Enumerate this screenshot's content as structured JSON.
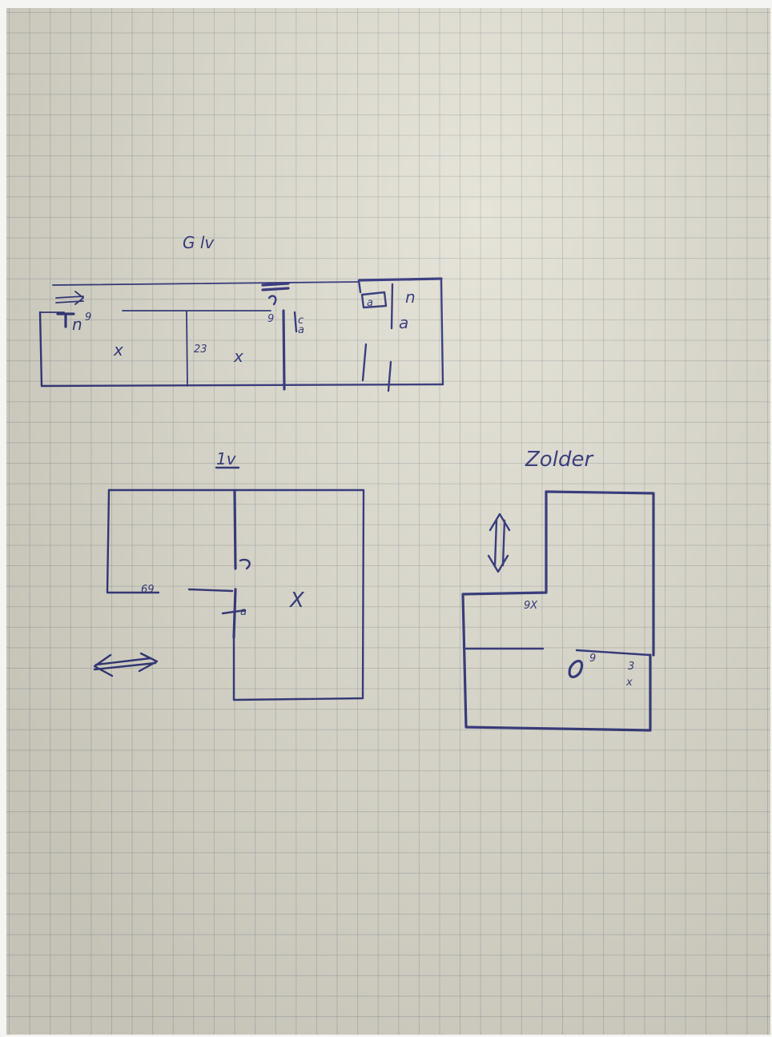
{
  "floors": {
    "ground": {
      "title": "G lv"
    },
    "first": {
      "title": "1v"
    },
    "attic": {
      "title": "Zolder"
    }
  },
  "marks": {
    "x": "x",
    "x_caps": "X",
    "three": "3",
    "twenty_three": "23",
    "sixty_nine": "69",
    "nine_x": "9X",
    "n_letter": "n",
    "a_letter": "a",
    "c_letter": "c",
    "nine": "9"
  },
  "colors": {
    "ink": "#2b2f78",
    "paper": "#e3e1d4",
    "grid": "#7d8290"
  }
}
